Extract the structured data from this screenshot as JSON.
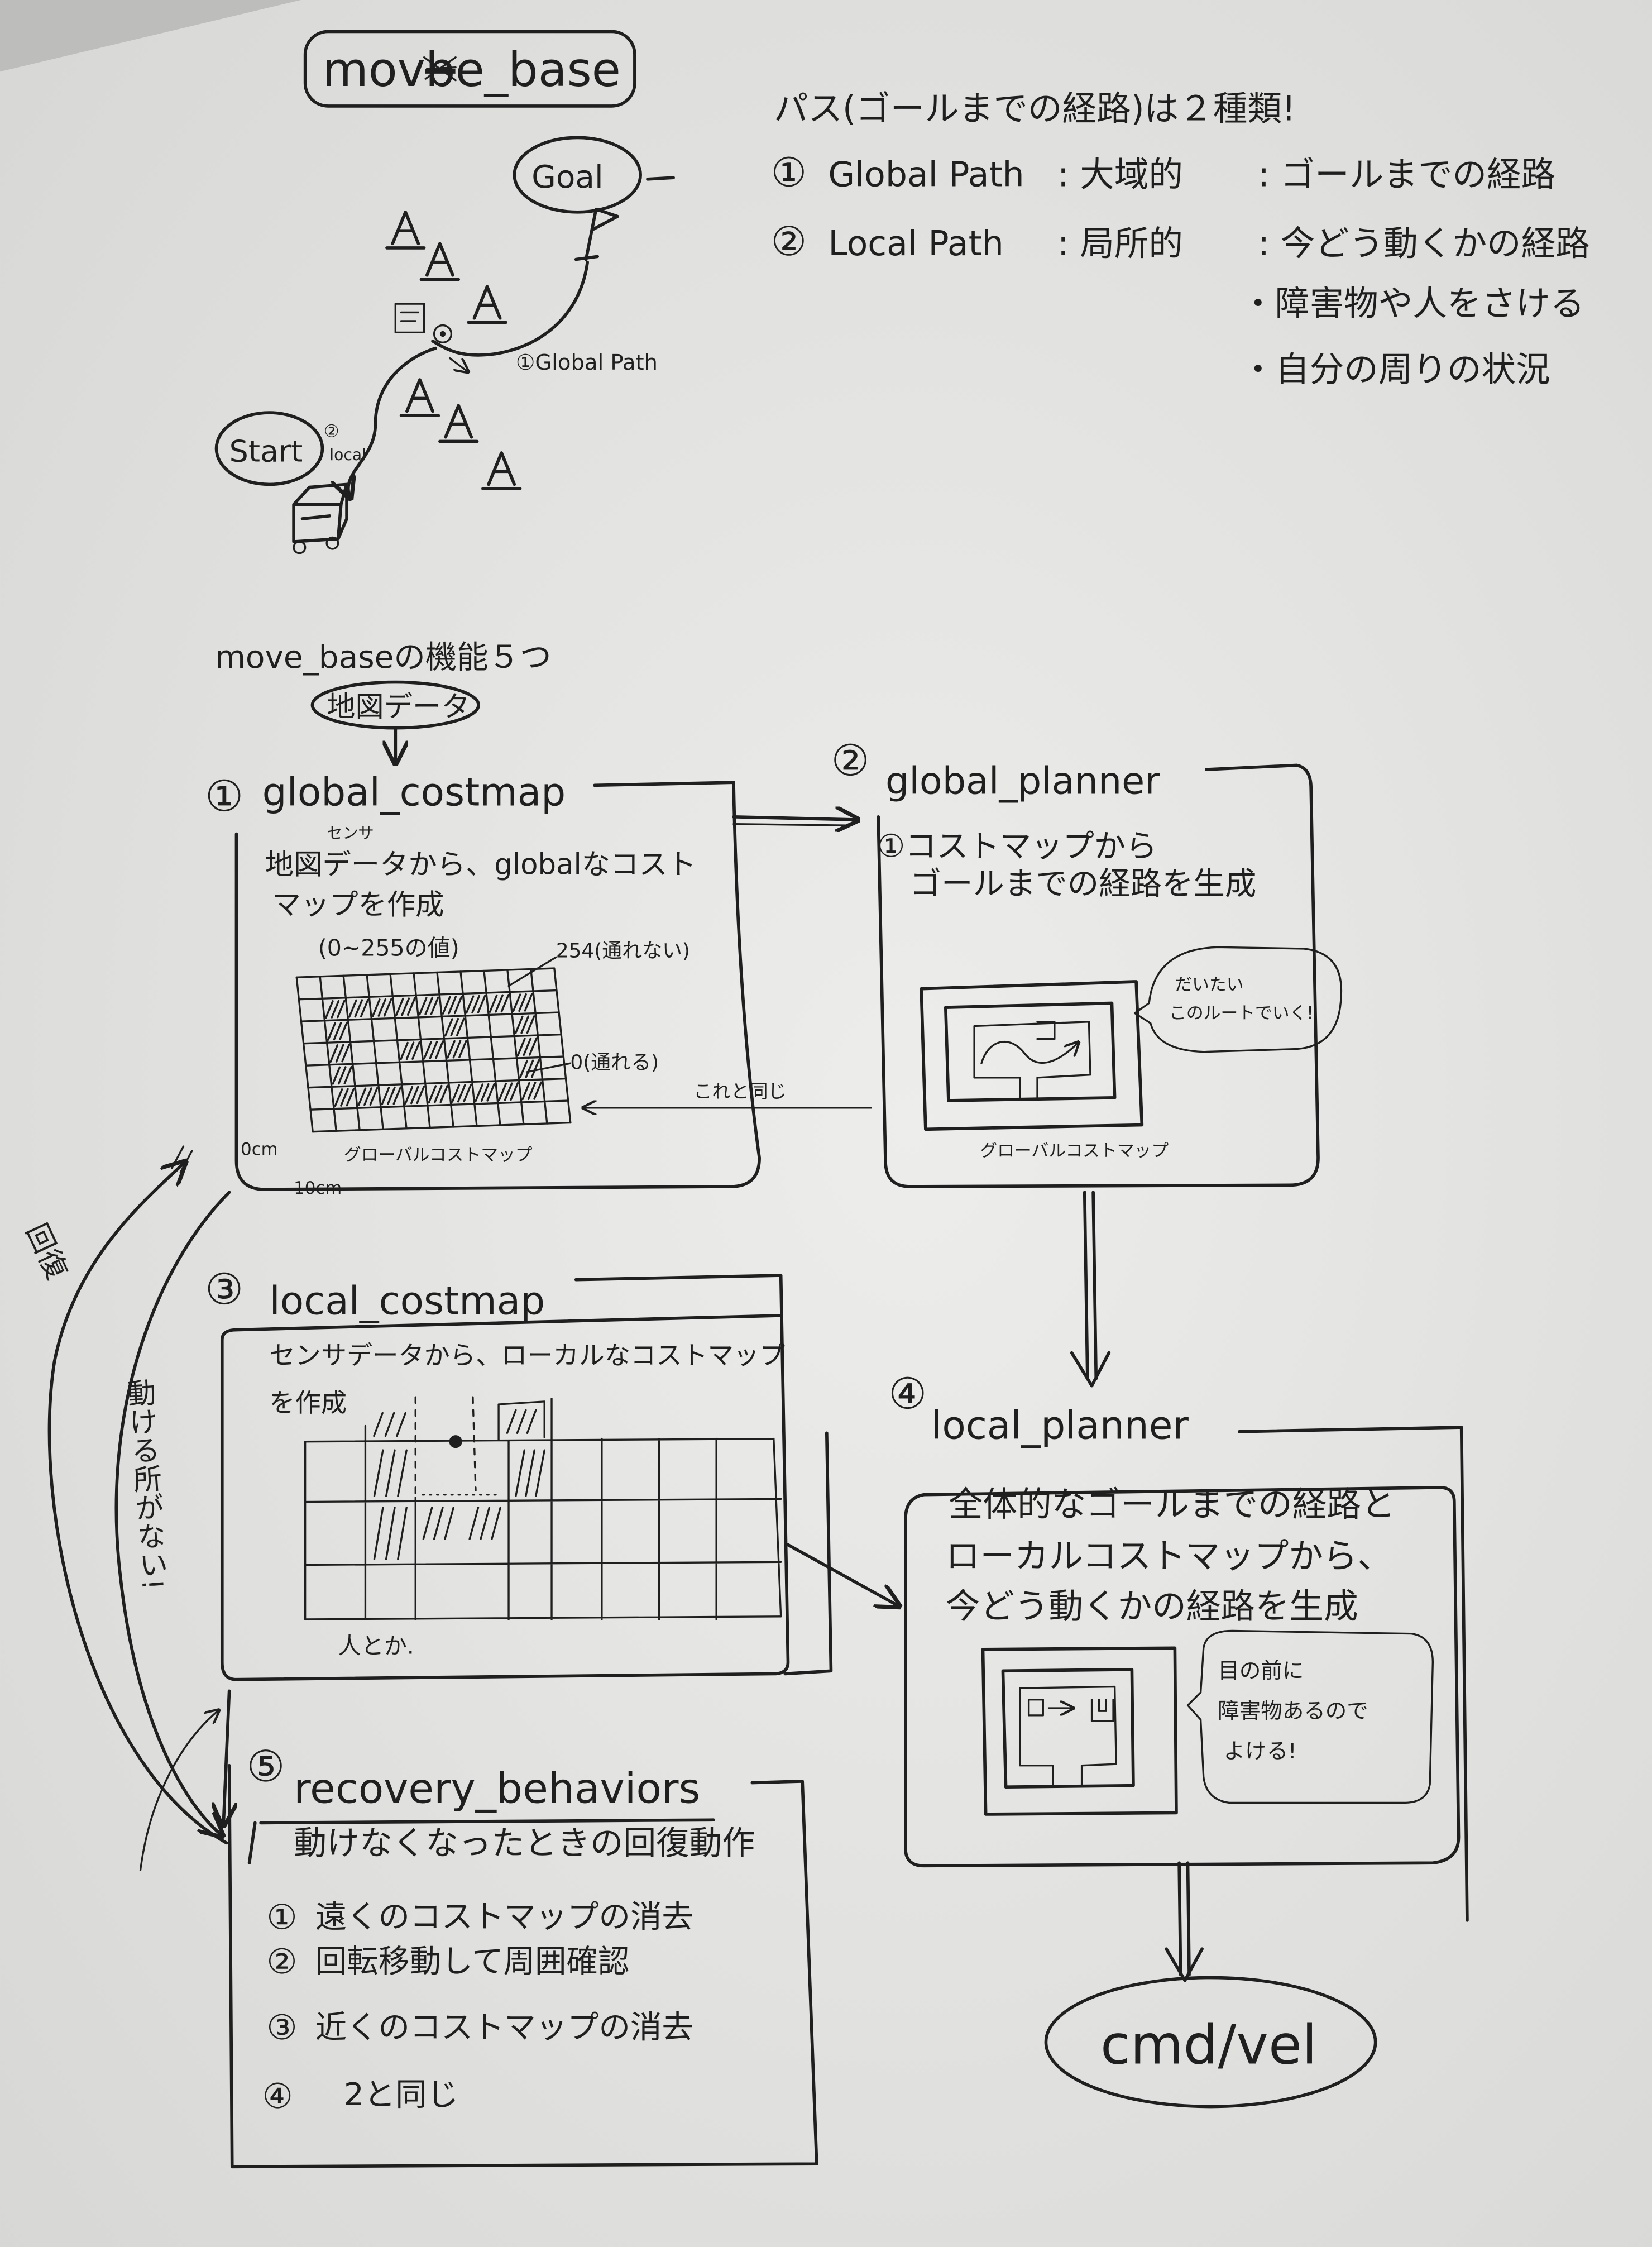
{
  "title": {
    "part_a": "mov",
    "struck": "b",
    "part_b": "e_base"
  },
  "notes": {
    "heading": "パス(ゴールまでの経路)は２種類!",
    "items": [
      {
        "num": "①",
        "term": "Global Path",
        "kind": ": 大域的",
        "desc": ": ゴールまでの経路"
      },
      {
        "num": "②",
        "term": "Local Path",
        "kind": ": 局所的",
        "desc": ": 今どう動くかの経路"
      }
    ],
    "bullets": [
      "・障害物や人をさける",
      "・自分の周りの状況"
    ]
  },
  "sketch": {
    "goal": "Goal",
    "start": "Start",
    "global_path": "①Global Path",
    "local_num": "②",
    "local_label": "local"
  },
  "functions_heading": "move_baseの機能５つ",
  "map_data": "地図データ",
  "global_costmap": {
    "num": "①",
    "name": "global_costmap",
    "sensor": "センサ",
    "lines": [
      "地図データから、globalなコスト",
      "マップを作成"
    ],
    "range": "(0~255の値)",
    "label_254": "254(通れない)",
    "label_0": "0(通れる)",
    "origin": "0cm",
    "scale": "10cm",
    "caption": "グローバルコストマップ",
    "same_note": "これと同じ"
  },
  "global_planner": {
    "num": "②",
    "name": "global_planner",
    "lines": [
      "①コストマップから",
      "ゴールまでの経路を生成"
    ],
    "bubble": [
      "だいたい",
      "このルートでいく!"
    ],
    "caption": "グローバルコストマップ"
  },
  "local_costmap": {
    "num": "③",
    "name": "local_costmap",
    "lines": [
      "センサデータから、ローカルなコストマップ",
      "を作成"
    ],
    "note": "人とか."
  },
  "local_planner": {
    "num": "④",
    "name": "local_planner",
    "lines": [
      "全体的なゴールまでの経路と",
      "ローカルコストマップから、",
      "今どう動くかの経路を生成"
    ],
    "bubble": [
      "目の前に",
      "障害物あるので",
      "よける!"
    ]
  },
  "recovery_behaviors": {
    "num": "⑤",
    "name": "recovery_behaviors",
    "heading": "動けなくなったときの回復動作",
    "steps": [
      {
        "num": "①",
        "text": "遠くのコストマップの消去"
      },
      {
        "num": "②",
        "text": "回転移動して周囲確認"
      },
      {
        "num": "③",
        "text": "近くのコストマップの消去"
      },
      {
        "num": "④",
        "text": "2と同じ"
      }
    ]
  },
  "output": "cmd/vel",
  "side_notes": {
    "recover": "回復",
    "stuck": "動ける所がない!"
  },
  "colors": {
    "ink": "#1f1f1f",
    "paper": "#ebebea"
  }
}
